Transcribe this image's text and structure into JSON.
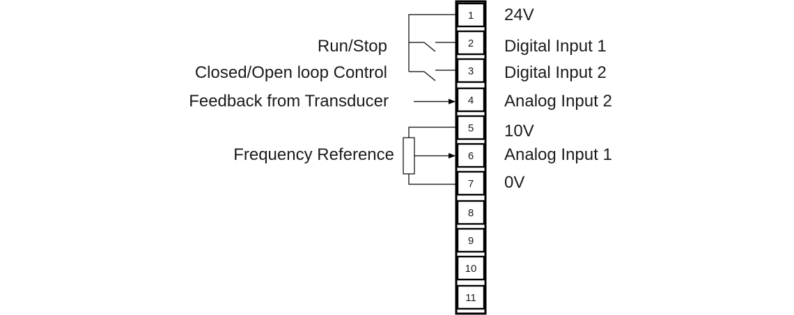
{
  "terminals": [
    {
      "num": "1",
      "right_label": "24V"
    },
    {
      "num": "2",
      "right_label": "Digital Input 1"
    },
    {
      "num": "3",
      "right_label": "Digital Input 2"
    },
    {
      "num": "4",
      "right_label": "Analog Input 2"
    },
    {
      "num": "5",
      "right_label": "10V"
    },
    {
      "num": "6",
      "right_label": "Analog Input 1"
    },
    {
      "num": "7",
      "right_label": "0V"
    },
    {
      "num": "8",
      "right_label": ""
    },
    {
      "num": "9",
      "right_label": ""
    },
    {
      "num": "10",
      "right_label": ""
    },
    {
      "num": "11",
      "right_label": ""
    }
  ],
  "left_labels": {
    "run_stop": "Run/Stop",
    "closed_open": "Closed/Open loop  Control",
    "feedback": "Feedback  from Transducer",
    "freq_ref": "Frequency Reference"
  }
}
